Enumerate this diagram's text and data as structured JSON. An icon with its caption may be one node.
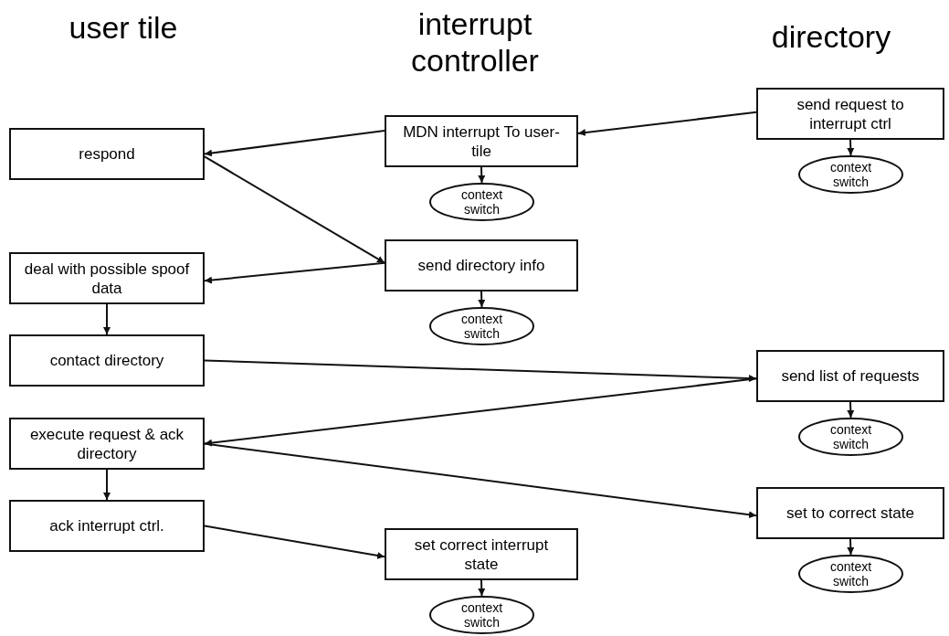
{
  "diagram": {
    "nodes": [
      {
        "text": [
          "respond"
        ]
      },
      {
        "text": [
          "deal with possible spoof data"
        ]
      },
      {
        "text": [
          "contact directory"
        ]
      },
      {
        "text": [
          "execute request & ack directory"
        ]
      },
      {
        "text": [
          "ack interrupt ctrl."
        ]
      },
      {
        "text": [
          "MDN interrupt To user-tile"
        ]
      },
      {
        "text": [
          "context switch"
        ]
      },
      {
        "text": [
          "send directory info"
        ]
      },
      {
        "text": [
          "context switch"
        ]
      },
      {
        "text": [
          "set correct interrupt state"
        ]
      },
      {
        "text": [
          "context switch"
        ]
      },
      {
        "text": [
          "send request to interrupt ctrl"
        ]
      },
      {
        "text": [
          "context switch"
        ]
      },
      {
        "text": [
          "send list of requests"
        ]
      },
      {
        "text": [
          "context switch"
        ]
      },
      {
        "text": [
          "set to correct state"
        ]
      },
      {
        "text": [
          "context switch"
        ]
      }
    ],
    "edges": [
      {
        "from": 11,
        "to": 5,
        "arrow": "to"
      },
      {
        "from": 5,
        "to": 0,
        "arrow": "to"
      },
      {
        "from": 0,
        "to": 7,
        "arrow": "to"
      },
      {
        "from": 7,
        "to": 1,
        "arrow": "to"
      },
      {
        "from": 1,
        "to": 2,
        "arrow": "to"
      },
      {
        "from": 2,
        "to": 13,
        "arrow": "to"
      },
      {
        "from": 13,
        "to": 3,
        "arrow": "to"
      },
      {
        "from": 3,
        "to": 15,
        "arrow": "to"
      },
      {
        "from": 3,
        "to": 4,
        "arrow": "to"
      },
      {
        "from": 4,
        "to": 9,
        "arrow": "to"
      },
      {
        "from": 5,
        "to": 6,
        "arrow": "to"
      },
      {
        "from": 7,
        "to": 8,
        "arrow": "to"
      },
      {
        "from": 9,
        "to": 10,
        "arrow": "to"
      },
      {
        "from": 11,
        "to": 12,
        "arrow": "to"
      },
      {
        "from": 13,
        "to": 14,
        "arrow": "to"
      },
      {
        "from": 15,
        "to": 16,
        "arrow": "to"
      }
    ],
    "labels": [
      "user tile",
      "interrupt controller",
      "directory"
    ]
  }
}
